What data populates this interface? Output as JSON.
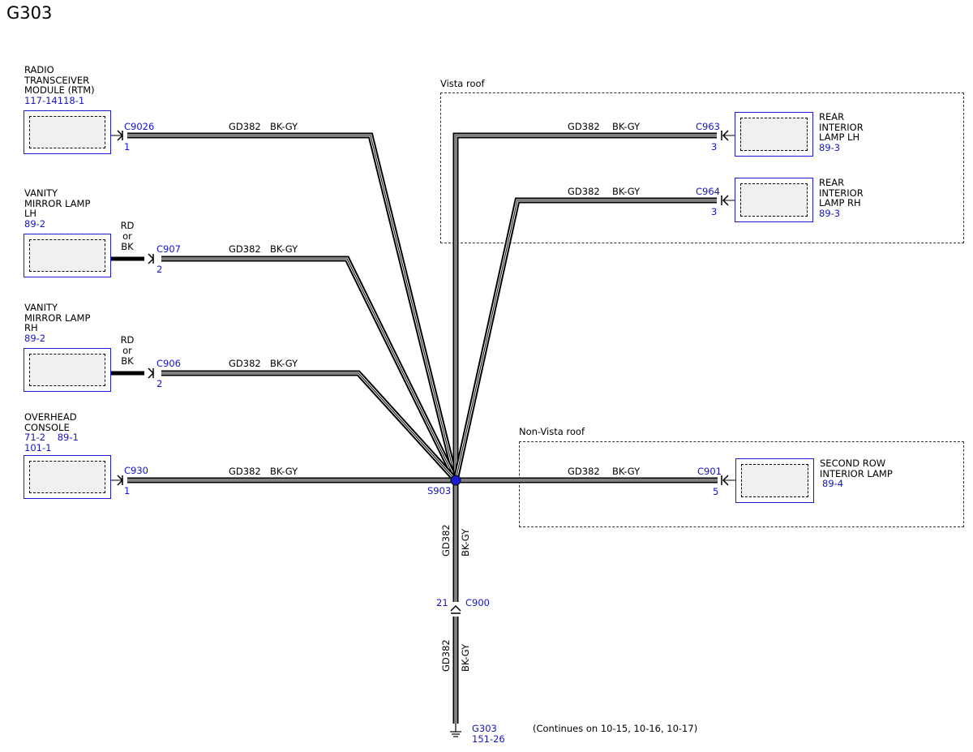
{
  "title": "G303",
  "regions": {
    "vista": "Vista roof",
    "non_vista": "Non-Vista roof"
  },
  "wire": {
    "circuit": "GD382",
    "color": "BK-GY"
  },
  "splice": "S903",
  "components": {
    "rtm": {
      "lines": [
        "RADIO",
        "TRANSCEIVER",
        "MODULE (RTM)"
      ],
      "refs": "117-14118-1",
      "connector": "C9026",
      "pin": "1"
    },
    "vanity_lh": {
      "lines": [
        "VANITY",
        "MIRROR LAMP",
        "LH"
      ],
      "refs": "89-2",
      "connector": "C907",
      "pin": "2",
      "alt_color": [
        "RD",
        "or",
        "BK"
      ]
    },
    "vanity_rh": {
      "lines": [
        "VANITY",
        "MIRROR LAMP",
        "RH"
      ],
      "refs": "89-2",
      "connector": "C906",
      "pin": "2",
      "alt_color": [
        "RD",
        "or",
        "BK"
      ]
    },
    "overhead": {
      "lines": [
        "OVERHEAD",
        "CONSOLE"
      ],
      "refs1": "71-2    89-1",
      "refs2": "101-1",
      "connector": "C930",
      "pin": "1"
    },
    "rear_lh": {
      "lines": [
        "REAR",
        "INTERIOR",
        "LAMP LH"
      ],
      "refs": "89-3",
      "connector": "C963",
      "pin": "3"
    },
    "rear_rh": {
      "lines": [
        "REAR",
        "INTERIOR",
        "LAMP RH"
      ],
      "refs": "89-3",
      "connector": "C964",
      "pin": "3"
    },
    "second_row": {
      "lines": [
        "SECOND ROW",
        "INTERIOR LAMP"
      ],
      "refs": "89-4",
      "connector": "C901",
      "pin": "5"
    }
  },
  "inline_connector": {
    "name": "C900",
    "pin": "21"
  },
  "ground": {
    "name": "G303",
    "ref": "151-26",
    "note": "(Continues on 10-15, 10-16, 10-17)"
  }
}
